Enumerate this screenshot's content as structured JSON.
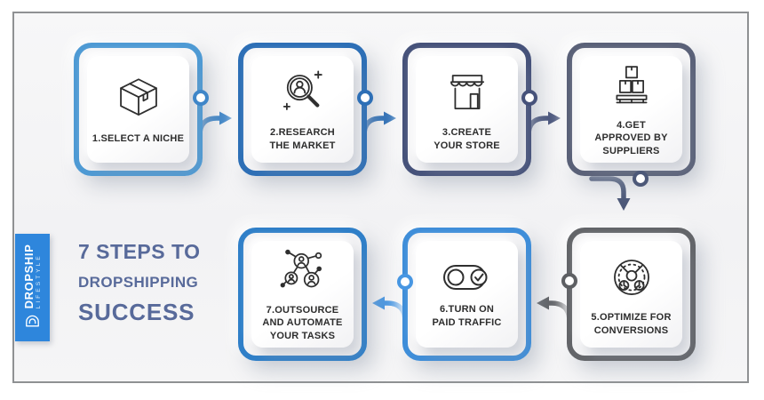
{
  "brand": {
    "logo_letter": "D",
    "name_line1": "DROPSHIP",
    "name_line2": "LIFESTYLE",
    "tab_color": "#2e86dc"
  },
  "title": {
    "line1": "7 STEPS TO",
    "line2": "DROPSHIPPING",
    "line3": "SUCCESS",
    "color": "#586a9a"
  },
  "steps": [
    {
      "num": 1,
      "label": "1.SELECT A NICHE",
      "icon": "package-box-icon",
      "accent": "#4e9ad4"
    },
    {
      "num": 2,
      "label": "2.RESEARCH\nTHE MARKET",
      "icon": "magnifier-person-icon",
      "accent": "#2d6fb6"
    },
    {
      "num": 3,
      "label": "3.CREATE\nYOUR STORE",
      "icon": "storefront-icon",
      "accent": "#46527a"
    },
    {
      "num": 4,
      "label": "4.GET\nAPPROVED BY\nSUPPLIERS",
      "icon": "pallet-boxes-icon",
      "accent": "#5a6178"
    },
    {
      "num": 5,
      "label": "5.OPTIMIZE FOR\nCONVERSIONS",
      "icon": "optimization-gauge-icon",
      "accent": "#636569"
    },
    {
      "num": 6,
      "label": "6.TURN ON\nPAID TRAFFIC",
      "icon": "toggle-switch-icon",
      "accent": "#3f8ed9"
    },
    {
      "num": 7,
      "label": "7.OUTSOURCE\nAND AUTOMATE\nYOUR TASKS",
      "icon": "people-network-icon",
      "accent": "#2f7fc8"
    }
  ],
  "connectors": [
    {
      "from": 1,
      "to": 2,
      "direction": "right",
      "color": "#3f86c8"
    },
    {
      "from": 2,
      "to": 3,
      "direction": "right",
      "color": "#2d6fb6"
    },
    {
      "from": 3,
      "to": 4,
      "direction": "right",
      "color": "#46527a"
    },
    {
      "from": 4,
      "to": 5,
      "direction": "down",
      "color": "#4c5878"
    },
    {
      "from": 5,
      "to": 6,
      "direction": "left",
      "color": "#5d5f63"
    },
    {
      "from": 6,
      "to": 7,
      "direction": "left",
      "color": "#4796e2"
    }
  ]
}
